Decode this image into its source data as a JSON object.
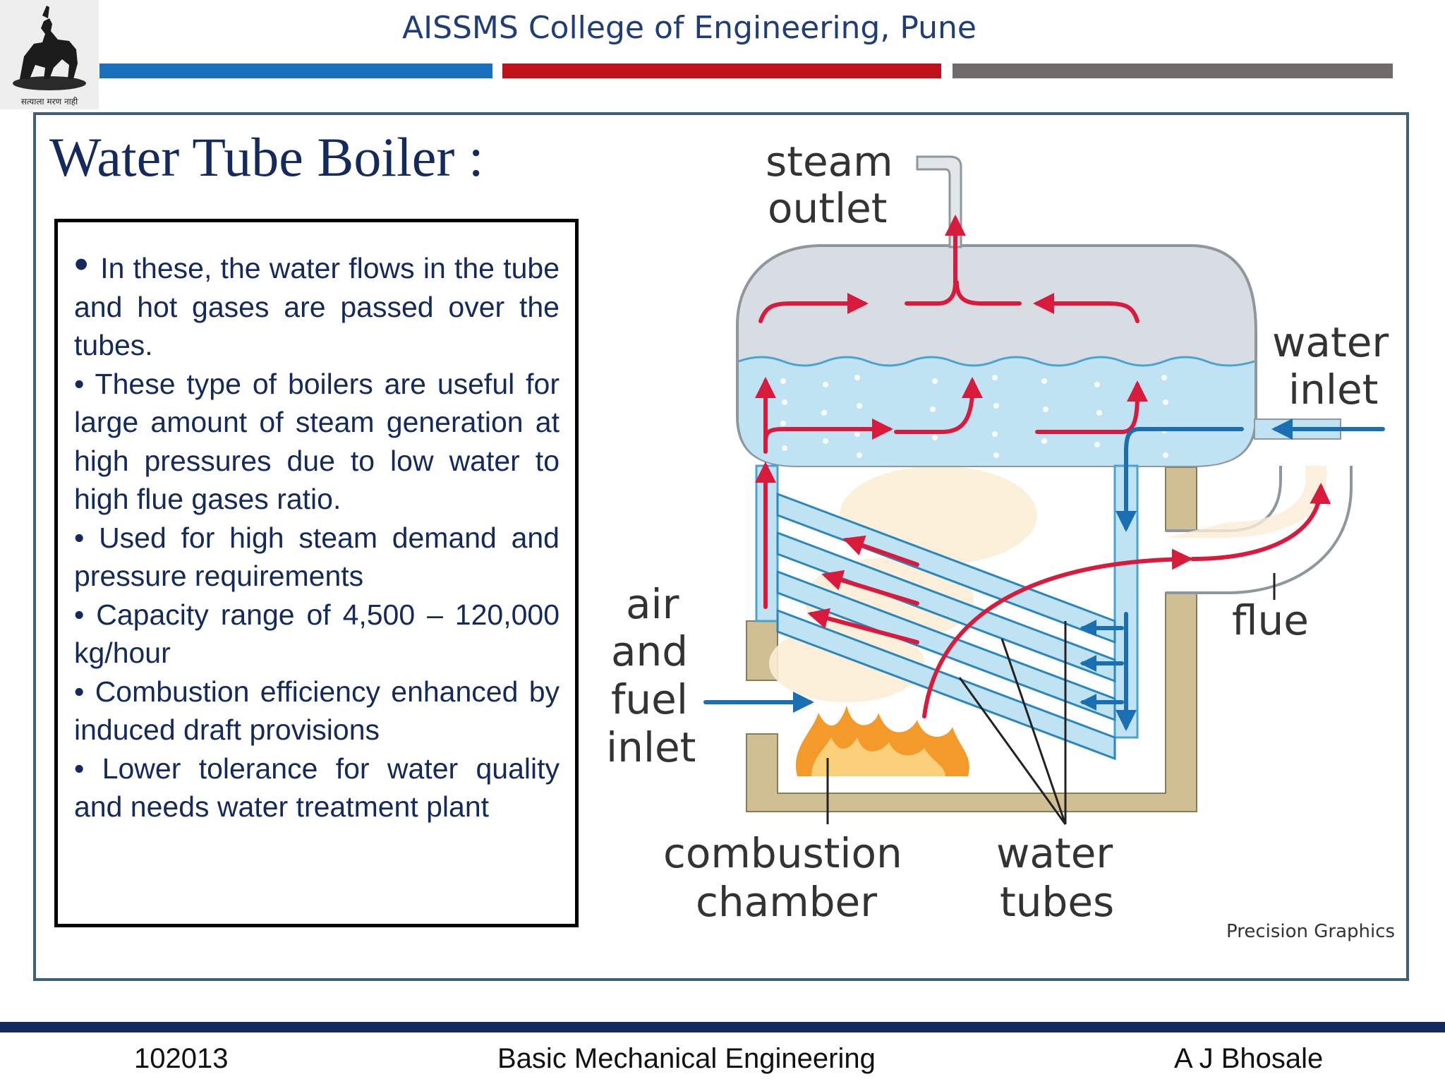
{
  "header": {
    "college": "AISSMS College of Engineering, Pune",
    "logo_motto": "सत्याला मरण नाही",
    "stripe_colors": [
      "#1a70bd",
      "#c0121b",
      "#716a6a"
    ]
  },
  "slide": {
    "title": "Water Tube Boiler :",
    "bullets": [
      "In these, the water flows in the tube  and hot gases are passed over the tubes.",
      "These type of boilers are useful for large amount of steam generation  at high pressures  due to low water  to high flue gases ratio.",
      "Used for high steam demand and pressure requirements",
      "Capacity range of 4,500 – 120,000 kg/hour",
      "Combustion efficiency enhanced by induced draft provisions",
      "Lower tolerance for water quality and needs water treatment plant"
    ]
  },
  "diagram": {
    "labels": {
      "steam_outlet_1": "steam",
      "steam_outlet_2": "outlet",
      "water_inlet_1": "water",
      "water_inlet_2": "inlet",
      "air_fuel_1": "air",
      "air_fuel_2": "and",
      "air_fuel_3": "fuel",
      "air_fuel_4": "inlet",
      "flue": "flue",
      "combustion_1": "combustion",
      "combustion_2": "chamber",
      "water_tubes_1": "water",
      "water_tubes_2": "tubes"
    },
    "credit": "Precision Graphics",
    "colors": {
      "steam_flow": "#d81b3c",
      "water_flow": "#1a6fb3",
      "water": "#bfe3f2",
      "wall": "#cfbf93",
      "flame": "#f39a2b"
    }
  },
  "footer": {
    "code": "102013",
    "subject": "Basic Mechanical Engineering",
    "author": "A J Bhosale",
    "bar_color": "#14295c"
  }
}
